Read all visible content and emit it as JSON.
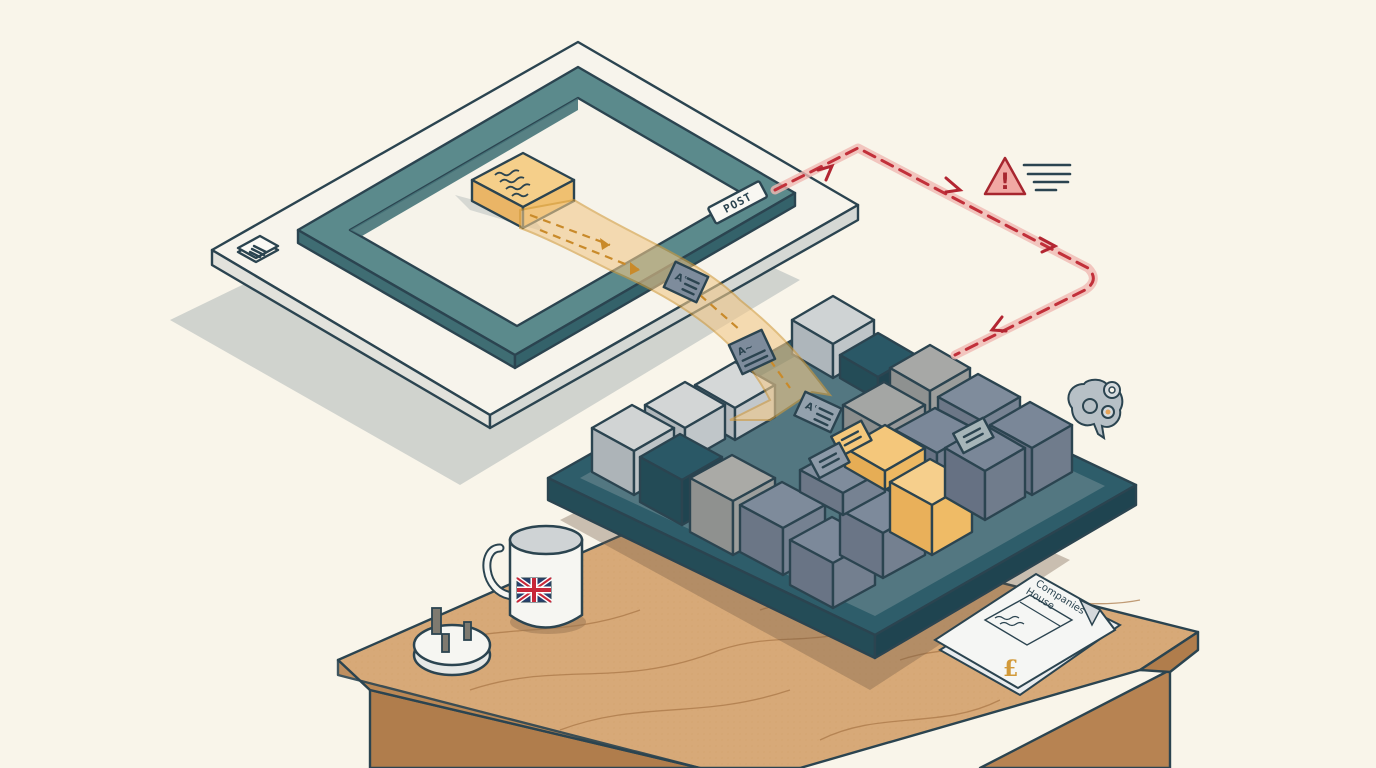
{
  "scene": {
    "title": "Isometric illustration: a POST request submits a document into a grid data store on a desk",
    "background_color": "#f9f5ea"
  },
  "web_form": {
    "post_button_label": "POST",
    "frame_color": "#5b8a8c",
    "platform_color": "#f7f4ec",
    "payload_block_color": "#f4c77b",
    "corner_icon": "documents-icon"
  },
  "data_flow": {
    "ribbon_color": "#f2c98a",
    "documents": [
      {
        "glyph": "Aʿ"
      },
      {
        "glyph": "A~"
      },
      {
        "glyph": "Aʿ"
      }
    ]
  },
  "error_path": {
    "color": "#c2303a",
    "warning_icon": "warning-triangle-icon",
    "warning_symbol": "!"
  },
  "storage_grid": {
    "tray_color": "#2e5d6a",
    "highlight_color": "#f4c77b",
    "rows": 4,
    "cols": 4
  },
  "ai_icon": "brain-gears-icon",
  "desk": {
    "mug_icon": "union-jack-mug-icon",
    "plug_icon": "uk-plug-icon",
    "invoice": {
      "title_line1": "Companies",
      "title_line2": "House",
      "currency_symbol": "£"
    }
  }
}
